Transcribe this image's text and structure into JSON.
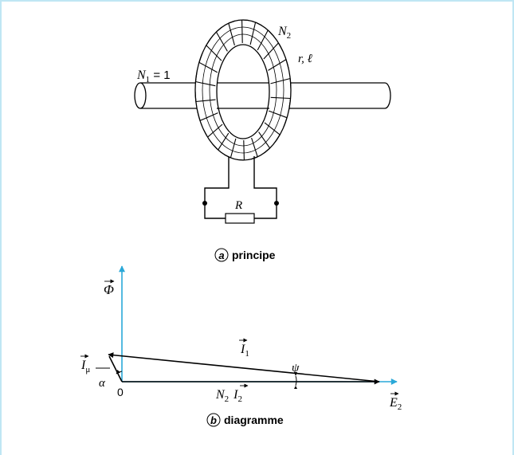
{
  "diagram_a": {
    "n1_label": "N",
    "n1_sub": "1",
    "n1_value": " = 1",
    "n2_label": "N",
    "n2_sub": "2",
    "r_l_label": "r, ℓ",
    "resistor_label": "R",
    "caption_letter": "a",
    "caption_text": "principe"
  },
  "diagram_b": {
    "phi_label": "Φ",
    "i1_label": "I",
    "i1_sub": "1",
    "imu_label": "I",
    "imu_sub": "μ",
    "alpha_label": "α",
    "origin_label": "0",
    "n2i2_n": "N",
    "n2i2_n_sub": "2",
    "n2i2_i": "I",
    "n2i2_i_sub": "2",
    "psi_label": "ψ",
    "e2_label": "E",
    "e2_sub": "2",
    "caption_letter": "b",
    "caption_text": "diagramme"
  },
  "colors": {
    "accent": "#2aa8d8",
    "frame": "#bfe6f4",
    "ink": "#000000"
  }
}
